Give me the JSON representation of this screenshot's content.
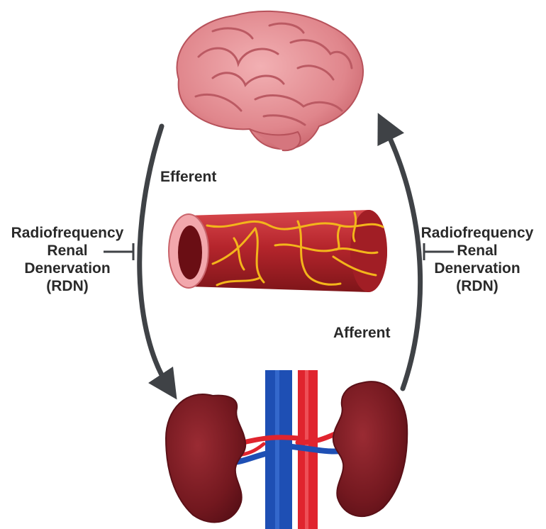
{
  "labels": {
    "efferent": "Efferent",
    "afferent": "Afferent",
    "rdn_left": {
      "line1": "Radiofrequency",
      "line2": "Renal",
      "line3": "Denervation",
      "line4": "(RDN)"
    },
    "rdn_right": {
      "line1": "Radiofrequency",
      "line2": "Renal",
      "line3": "Denervation",
      "line4": "(RDN)"
    }
  },
  "colors": {
    "arrow": "#3f4246",
    "brain": "#e28a90",
    "vessel": "#b8262d",
    "nerve": "#f3b51b",
    "kidney": "#7a1b22",
    "artery": "#e0242e",
    "vein": "#1e4fb4"
  }
}
